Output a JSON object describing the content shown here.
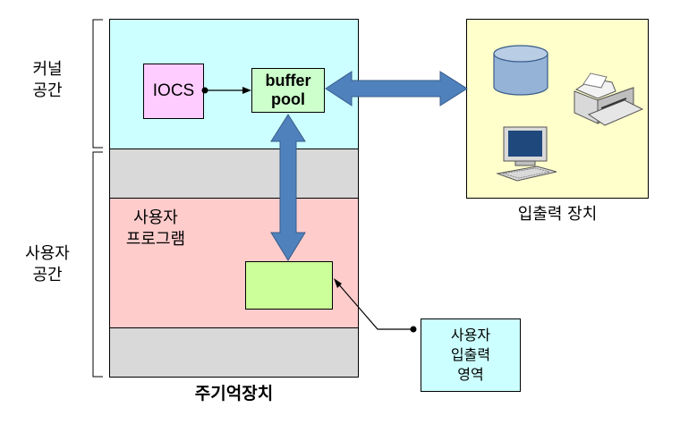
{
  "labels": {
    "kernel_space": [
      "커널",
      "공간"
    ],
    "user_space": [
      "사용자",
      "공간"
    ],
    "user_program": [
      "사용자",
      "프로그램"
    ],
    "main_memory": "주기억장치",
    "io_devices": "입출력 장치",
    "user_io_area": [
      "사용자",
      "입출력",
      "영역"
    ]
  },
  "boxes": {
    "iocs": "IOCS",
    "buffer_pool": [
      "buffer",
      "pool"
    ]
  },
  "icons": [
    "disk-icon",
    "printer-icon",
    "computer-icon"
  ],
  "colors": {
    "kernel_region": "#ccffff",
    "gray_region": "#d9d9d9",
    "user_program_region": "#ffcccc",
    "iocs_box": "#ffccff",
    "buffer_box": "#ccffcc",
    "user_io_box": "#ccff99",
    "device_panel": "#ffffcc",
    "arrow": "#4f81bd"
  }
}
